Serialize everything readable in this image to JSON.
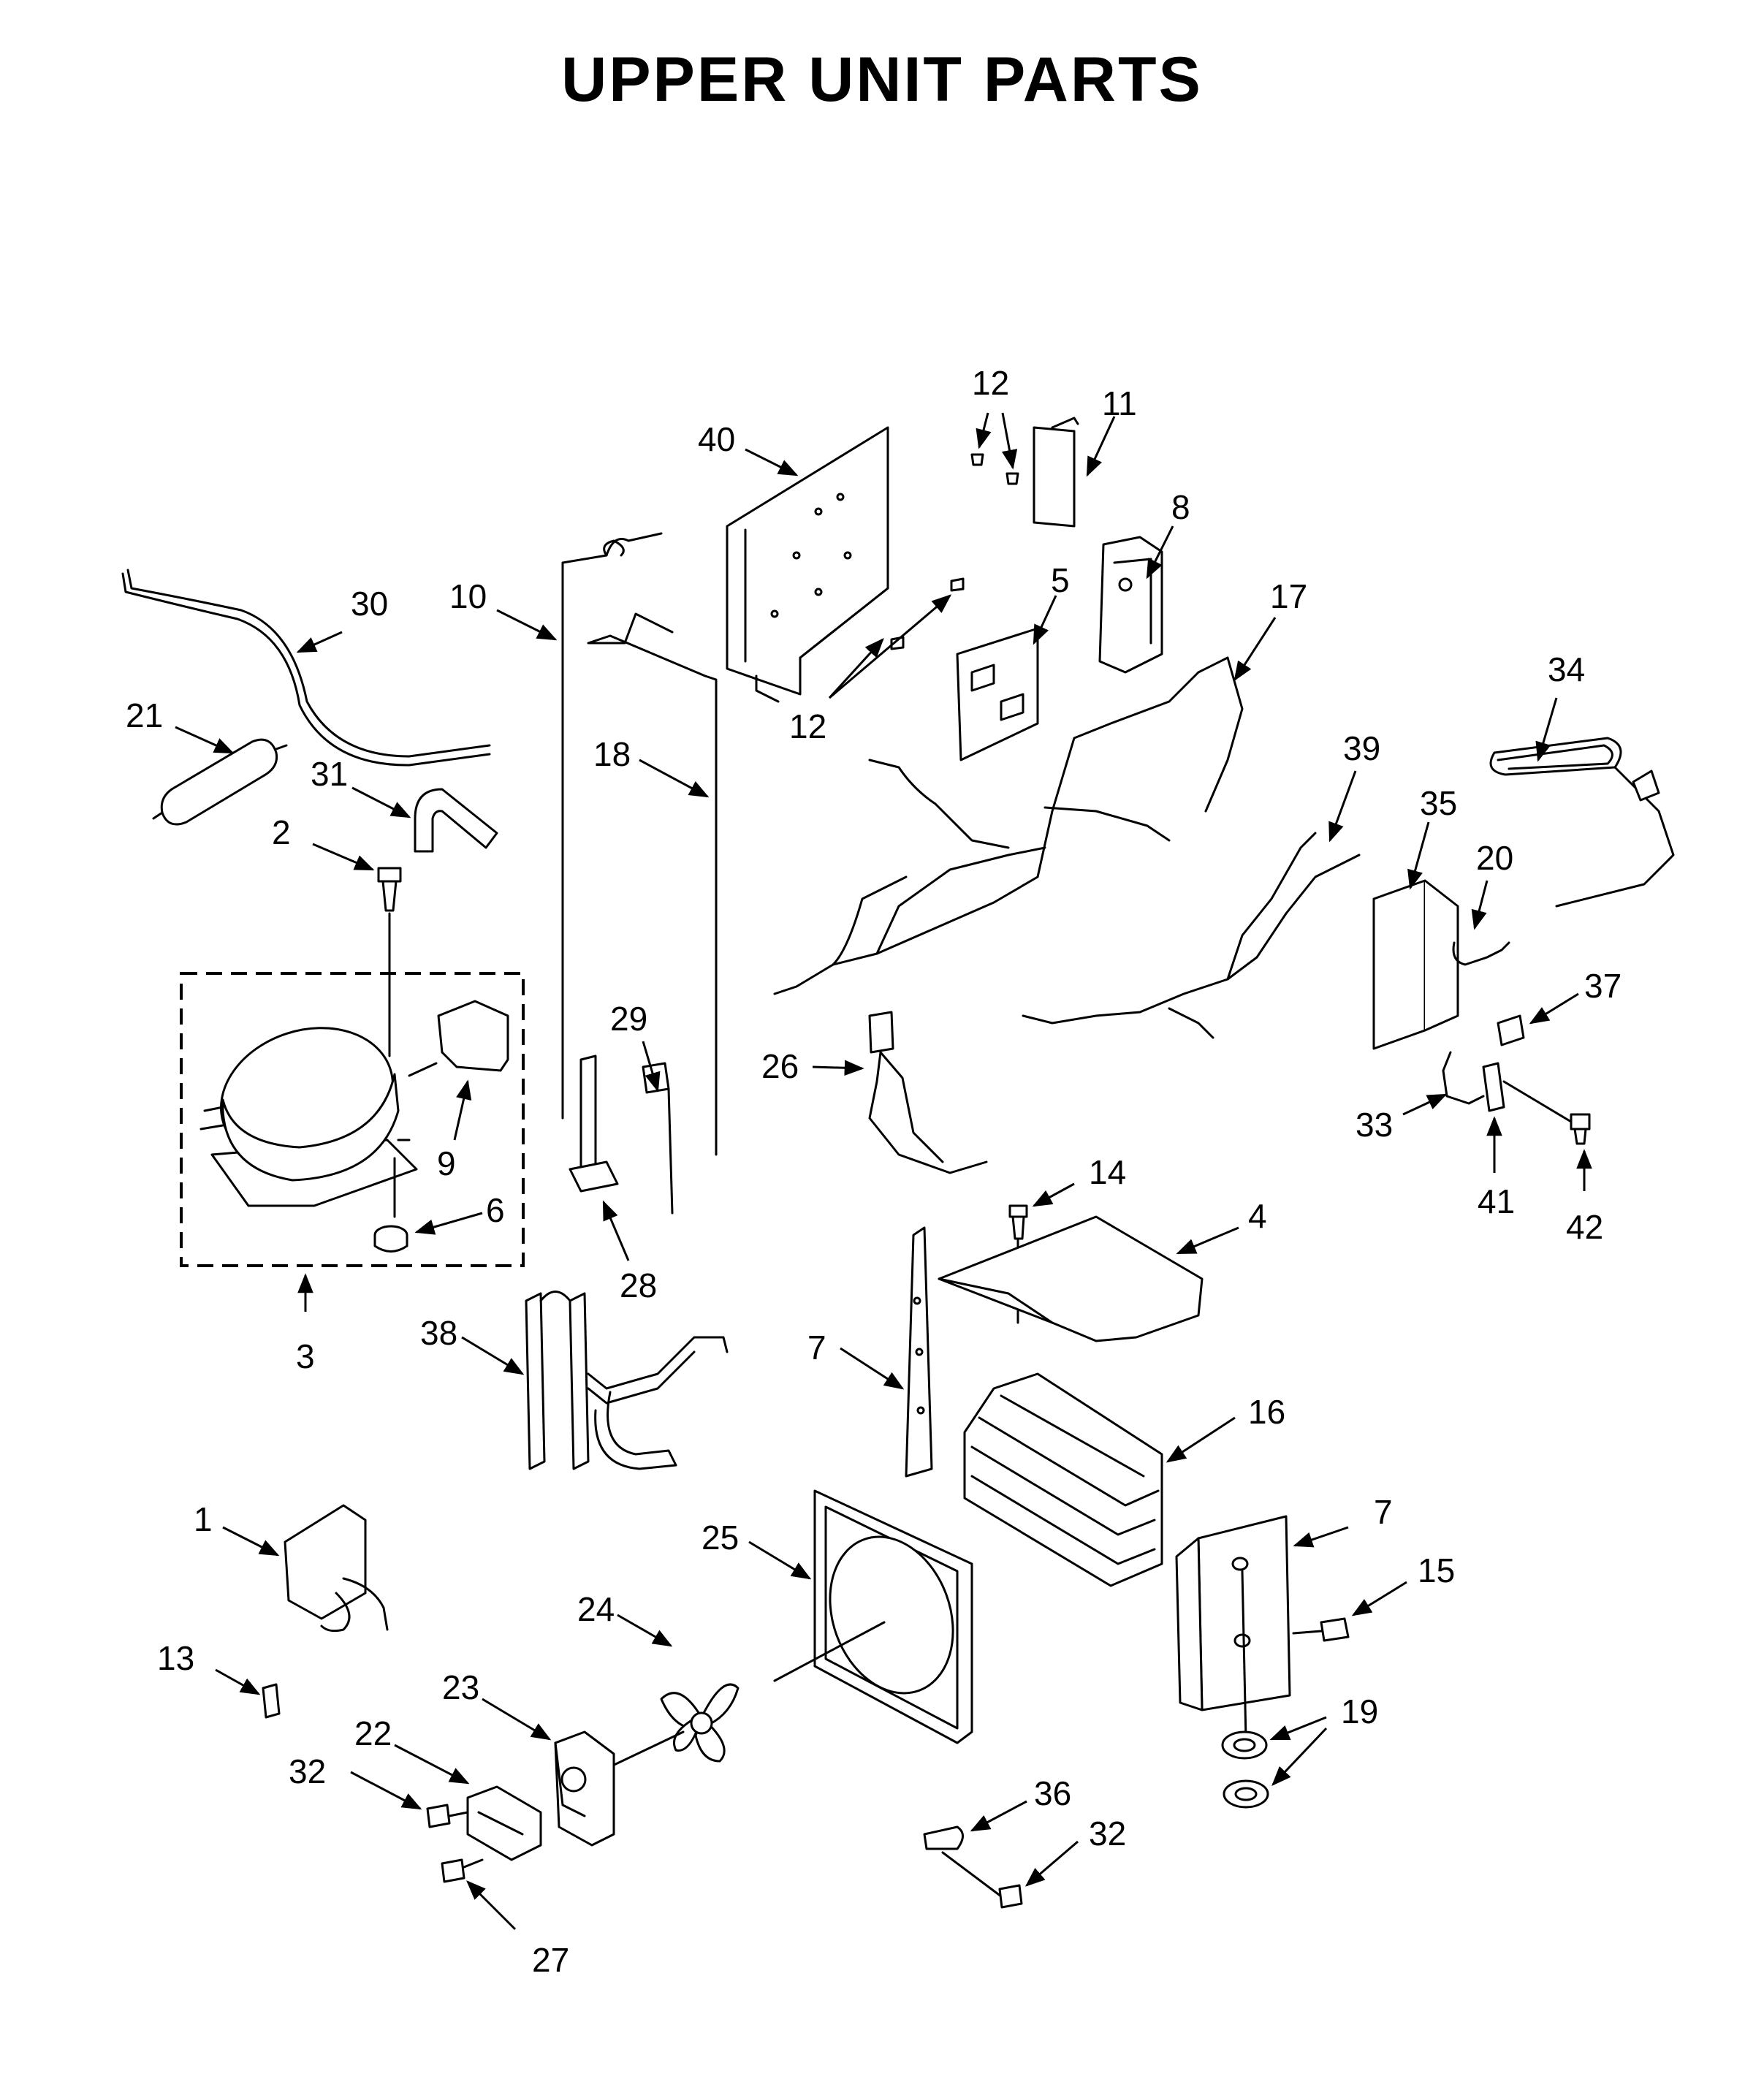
{
  "title": "UPPER UNIT PARTS",
  "callouts": [
    {
      "id": "c1",
      "label": "1"
    },
    {
      "id": "c2",
      "label": "2"
    },
    {
      "id": "c3",
      "label": "3"
    },
    {
      "id": "c4",
      "label": "4"
    },
    {
      "id": "c5",
      "label": "5"
    },
    {
      "id": "c6",
      "label": "6"
    },
    {
      "id": "c7a",
      "label": "7"
    },
    {
      "id": "c7b",
      "label": "7"
    },
    {
      "id": "c8",
      "label": "8"
    },
    {
      "id": "c9",
      "label": "9"
    },
    {
      "id": "c10",
      "label": "10"
    },
    {
      "id": "c11",
      "label": "11"
    },
    {
      "id": "c12a",
      "label": "12"
    },
    {
      "id": "c12b",
      "label": "12"
    },
    {
      "id": "c13",
      "label": "13"
    },
    {
      "id": "c14",
      "label": "14"
    },
    {
      "id": "c15",
      "label": "15"
    },
    {
      "id": "c16",
      "label": "16"
    },
    {
      "id": "c17",
      "label": "17"
    },
    {
      "id": "c18",
      "label": "18"
    },
    {
      "id": "c19",
      "label": "19"
    },
    {
      "id": "c20",
      "label": "20"
    },
    {
      "id": "c21",
      "label": "21"
    },
    {
      "id": "c22",
      "label": "22"
    },
    {
      "id": "c23",
      "label": "23"
    },
    {
      "id": "c24",
      "label": "24"
    },
    {
      "id": "c25",
      "label": "25"
    },
    {
      "id": "c26",
      "label": "26"
    },
    {
      "id": "c27",
      "label": "27"
    },
    {
      "id": "c28",
      "label": "28"
    },
    {
      "id": "c29",
      "label": "29"
    },
    {
      "id": "c30",
      "label": "30"
    },
    {
      "id": "c31",
      "label": "31"
    },
    {
      "id": "c32a",
      "label": "32"
    },
    {
      "id": "c32b",
      "label": "32"
    },
    {
      "id": "c33",
      "label": "33"
    },
    {
      "id": "c34",
      "label": "34"
    },
    {
      "id": "c35",
      "label": "35"
    },
    {
      "id": "c36",
      "label": "36"
    },
    {
      "id": "c37",
      "label": "37"
    },
    {
      "id": "c38",
      "label": "38"
    },
    {
      "id": "c39",
      "label": "39"
    },
    {
      "id": "c40",
      "label": "40"
    },
    {
      "id": "c41",
      "label": "41"
    },
    {
      "id": "c42",
      "label": "42"
    }
  ]
}
